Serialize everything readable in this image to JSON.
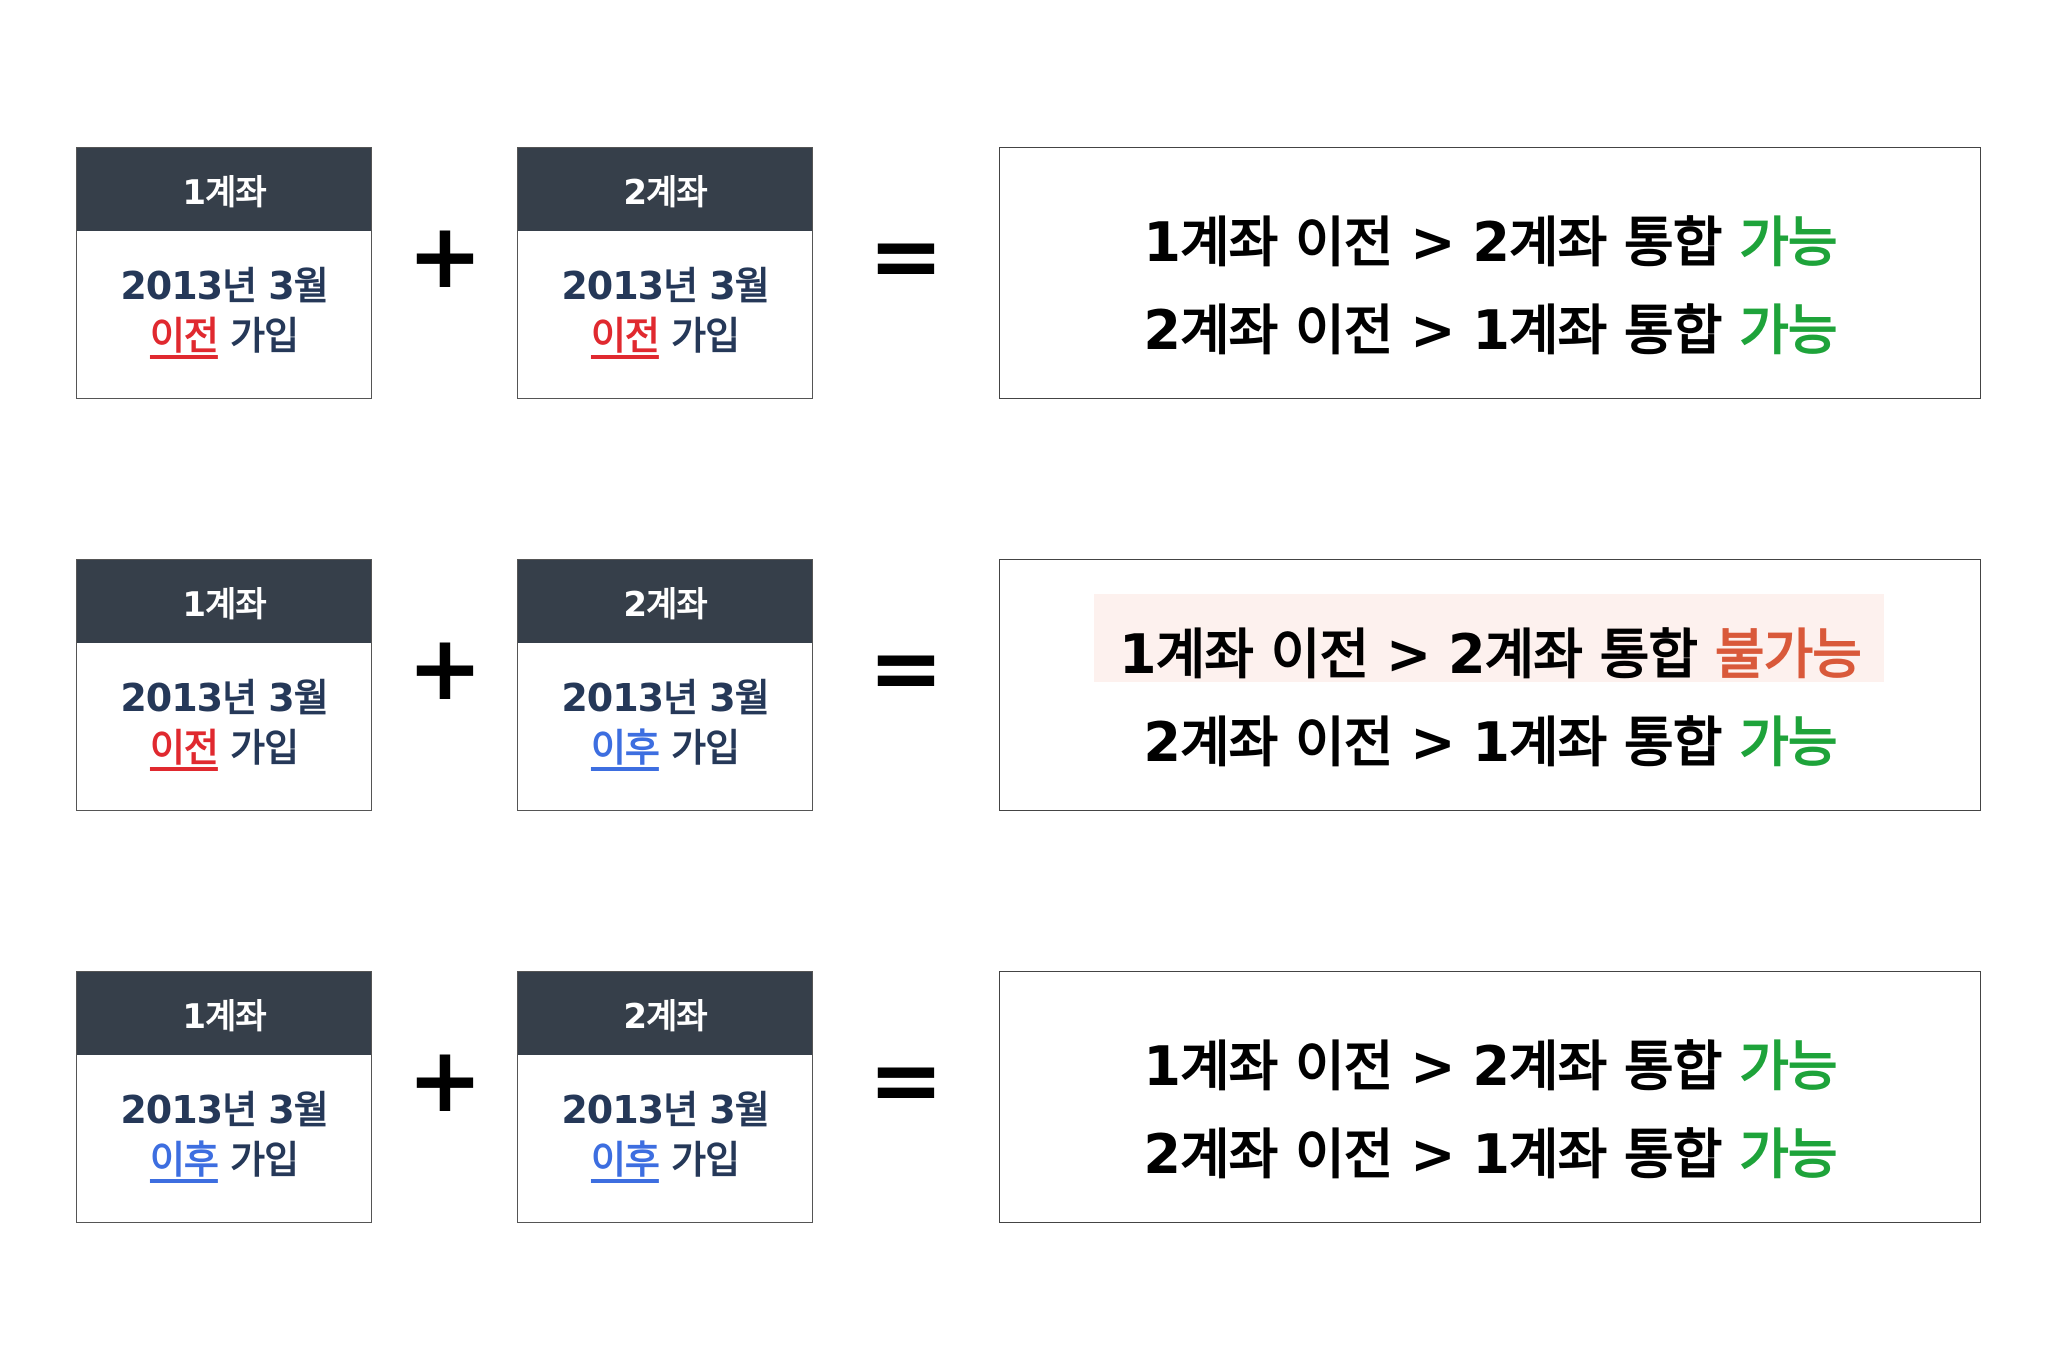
{
  "rows": [
    {
      "card1": {
        "title": "1계좌",
        "date": "2013년 3월",
        "timing": "이전",
        "suffix": "가입"
      },
      "card2": {
        "title": "2계좌",
        "date": "2013년 3월",
        "timing": "이전",
        "suffix": "가입"
      },
      "plus": "+",
      "equals": "=",
      "result": [
        {
          "text": "1계좌 이전 > 2계좌 통합",
          "status": "가능"
        },
        {
          "text": "2계좌 이전 > 1계좌 통합",
          "status": "가능"
        }
      ]
    },
    {
      "card1": {
        "title": "1계좌",
        "date": "2013년 3월",
        "timing": "이전",
        "suffix": "가입"
      },
      "card2": {
        "title": "2계좌",
        "date": "2013년 3월",
        "timing": "이후",
        "suffix": "가입"
      },
      "plus": "+",
      "equals": "=",
      "result": [
        {
          "text": "1계좌 이전 > 2계좌 통합",
          "status": "불가능"
        },
        {
          "text": "2계좌 이전 > 1계좌 통합",
          "status": "가능"
        }
      ]
    },
    {
      "card1": {
        "title": "1계좌",
        "date": "2013년 3월",
        "timing": "이후",
        "suffix": "가입"
      },
      "card2": {
        "title": "2계좌",
        "date": "2013년 3월",
        "timing": "이후",
        "suffix": "가입"
      },
      "plus": "+",
      "equals": "=",
      "result": [
        {
          "text": "1계좌 이전 > 2계좌 통합",
          "status": "가능"
        },
        {
          "text": "2계좌 이전 > 1계좌 통합",
          "status": "가능"
        }
      ]
    }
  ],
  "colors": {
    "header": "#363f4a",
    "before": "#e0292f",
    "after": "#3d6ee0",
    "possible": "#1ea33a",
    "impossible": "#d9593a"
  }
}
